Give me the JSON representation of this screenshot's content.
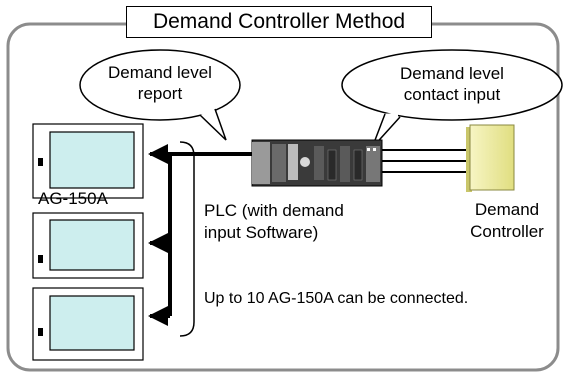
{
  "title": "Demand Controller Method",
  "callouts": {
    "left": {
      "line1": "Demand level",
      "line2": "report"
    },
    "right": {
      "line1": "Demand level",
      "line2": "contact input"
    }
  },
  "terminal_label": "AG-150A",
  "plc_label": {
    "line1": "PLC (with demand",
    "line2": "input Software)"
  },
  "controller_label": {
    "line1": "Demand",
    "line2": "Controller"
  },
  "note": "Up to 10 AG-150A can be connected.",
  "terminal_count": 3,
  "colors": {
    "frame": "#8c8c8c",
    "screen": "#cdeeee",
    "controller": "#f2f0a8",
    "plc": "#3a3a3a"
  }
}
